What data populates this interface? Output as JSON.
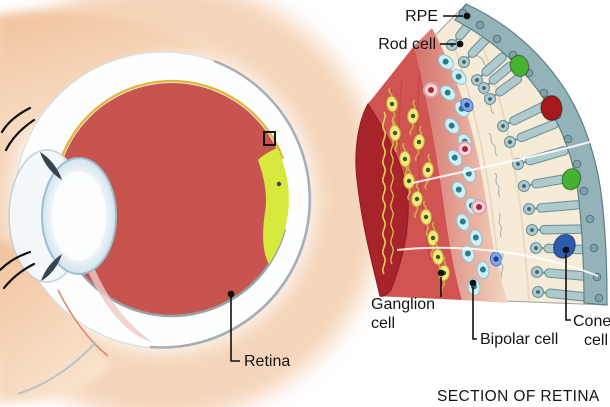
{
  "title": {
    "text": "SECTION OF RETINA"
  },
  "eye_diagram": {
    "retina_label": "Retina"
  },
  "retina_section": {
    "rpe_label": "RPE",
    "rod_label": "Rod cell",
    "ganglion_label_line1": "Ganglion",
    "ganglion_label_line2": "cell",
    "bipolar_label": "Bipolar cell",
    "cone_label_line1": "Cone",
    "cone_label_line2": "cell"
  },
  "colors": {
    "skin_peach": "#f3cba8",
    "eye_interior_red": "#c85450",
    "retina_sliver_green": "#d8e93e",
    "section_dark_red_band": "#a8242a",
    "ganglion_layer_red": "#d15453",
    "photoreceptor_layer_cream": "#f6ebd7",
    "rpe_band_gray_blue": "#93b3b9",
    "rod_cell_blue_gray": "#aecacd",
    "bipolar_cell_cyan": "#cdeff6",
    "ganglion_cell_yellow": "#f2e87e",
    "cone_green": "#45b32f",
    "cone_dark_red": "#a6191c",
    "cone_blue": "#2c59b1",
    "amacrine_pink": "#f6d7dc"
  }
}
